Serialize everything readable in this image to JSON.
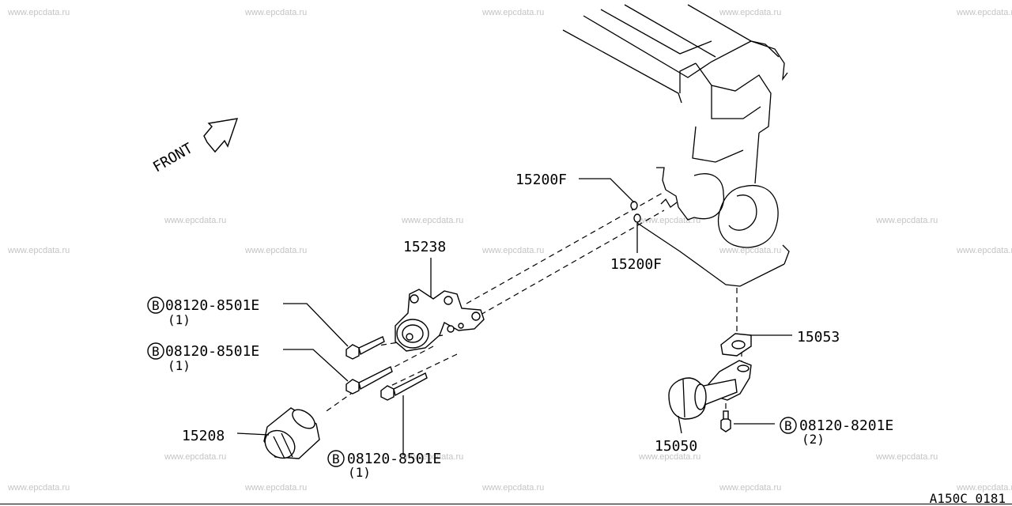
{
  "watermark": "www.epcdata.ru",
  "direction_label": "FRONT",
  "footer_code": "A150C 0181",
  "callouts": [
    {
      "part": "15200F"
    },
    {
      "part": "15200F"
    },
    {
      "part": "15238"
    },
    {
      "part": "15053"
    },
    {
      "part": "15208"
    },
    {
      "part": "15050"
    }
  ],
  "bolts": [
    {
      "badge": "B",
      "part": "08120-8501E",
      "qty": "(1)"
    },
    {
      "badge": "B",
      "part": "08120-8501E",
      "qty": "(1)"
    },
    {
      "badge": "B",
      "part": "08120-8501E",
      "qty": "(1)"
    },
    {
      "badge": "B",
      "part": "08120-8201E",
      "qty": "(2)"
    }
  ]
}
